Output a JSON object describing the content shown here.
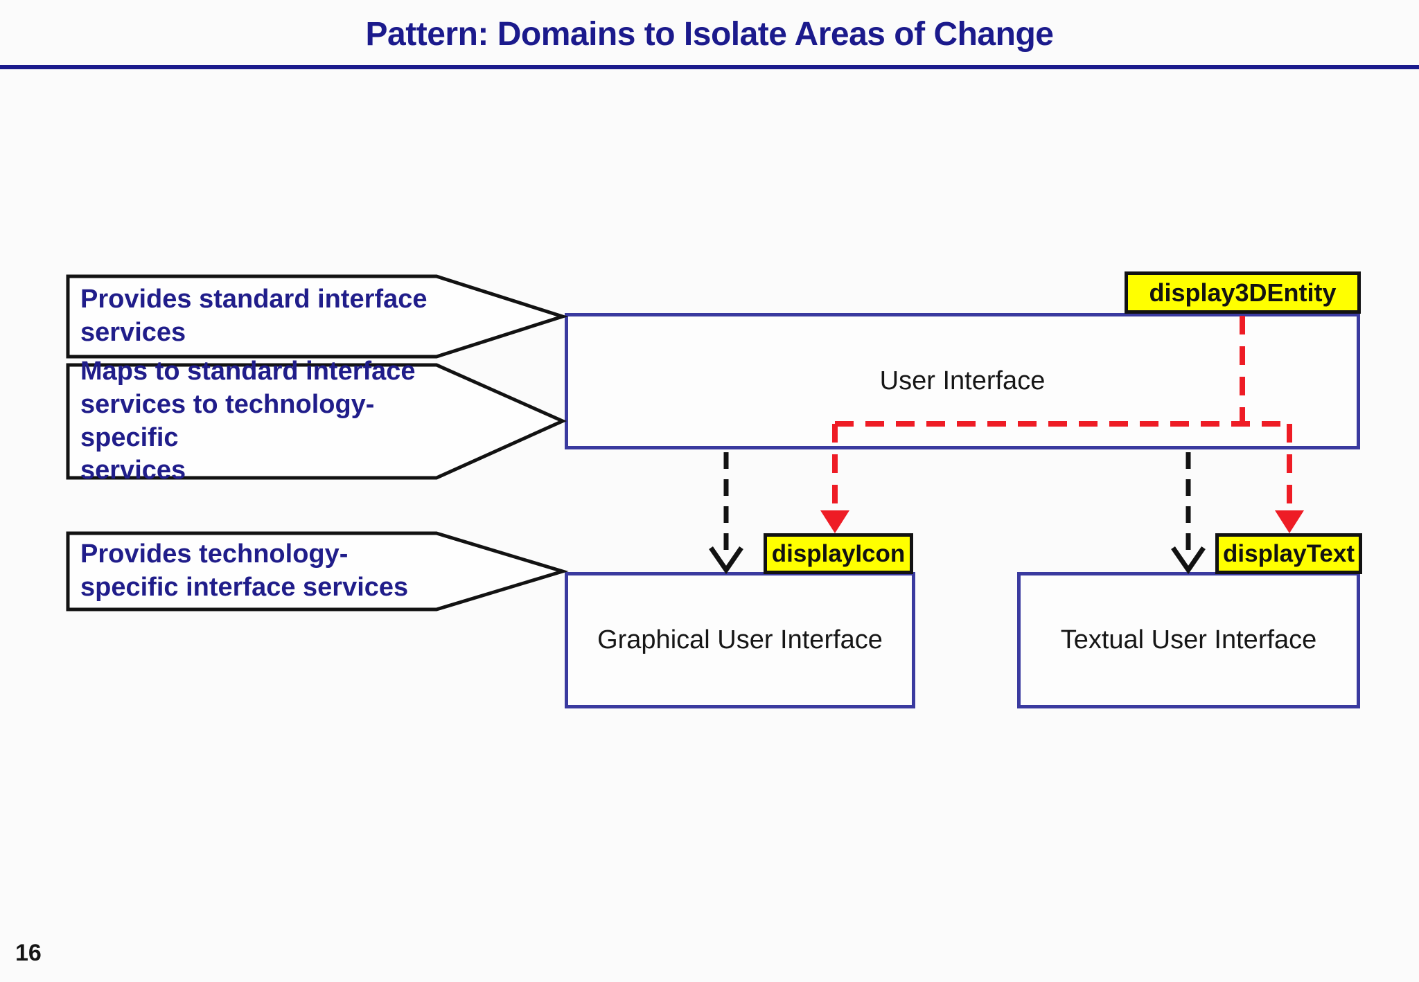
{
  "slide": {
    "title": "Pattern: Domains to Isolate Areas of Change",
    "page_number": "16"
  },
  "callouts": [
    {
      "label": "Provides standard interface\nservices"
    },
    {
      "label": "Maps to standard interface\nservices to technology-specific\nservices"
    },
    {
      "label": "Provides technology-\nspecific interface services"
    }
  ],
  "domains": {
    "user_interface": {
      "label": "User Interface"
    },
    "graphical_ui": {
      "label": "Graphical User Interface"
    },
    "textual_ui": {
      "label": "Textual User Interface"
    }
  },
  "operations": {
    "display3DEntity": {
      "label": "display3DEntity"
    },
    "displayIcon": {
      "label": "displayIcon"
    },
    "displayText": {
      "label": "displayText"
    }
  },
  "colors": {
    "title_navy": "#1B1A8C",
    "box_border_blue": "#3A3A9F",
    "callout_text_navy": "#201D8A",
    "highlight_yellow": "#FFFF00",
    "arrow_red": "#EE1C25",
    "arrow_black": "#121212",
    "background": "#FBFBFB"
  }
}
